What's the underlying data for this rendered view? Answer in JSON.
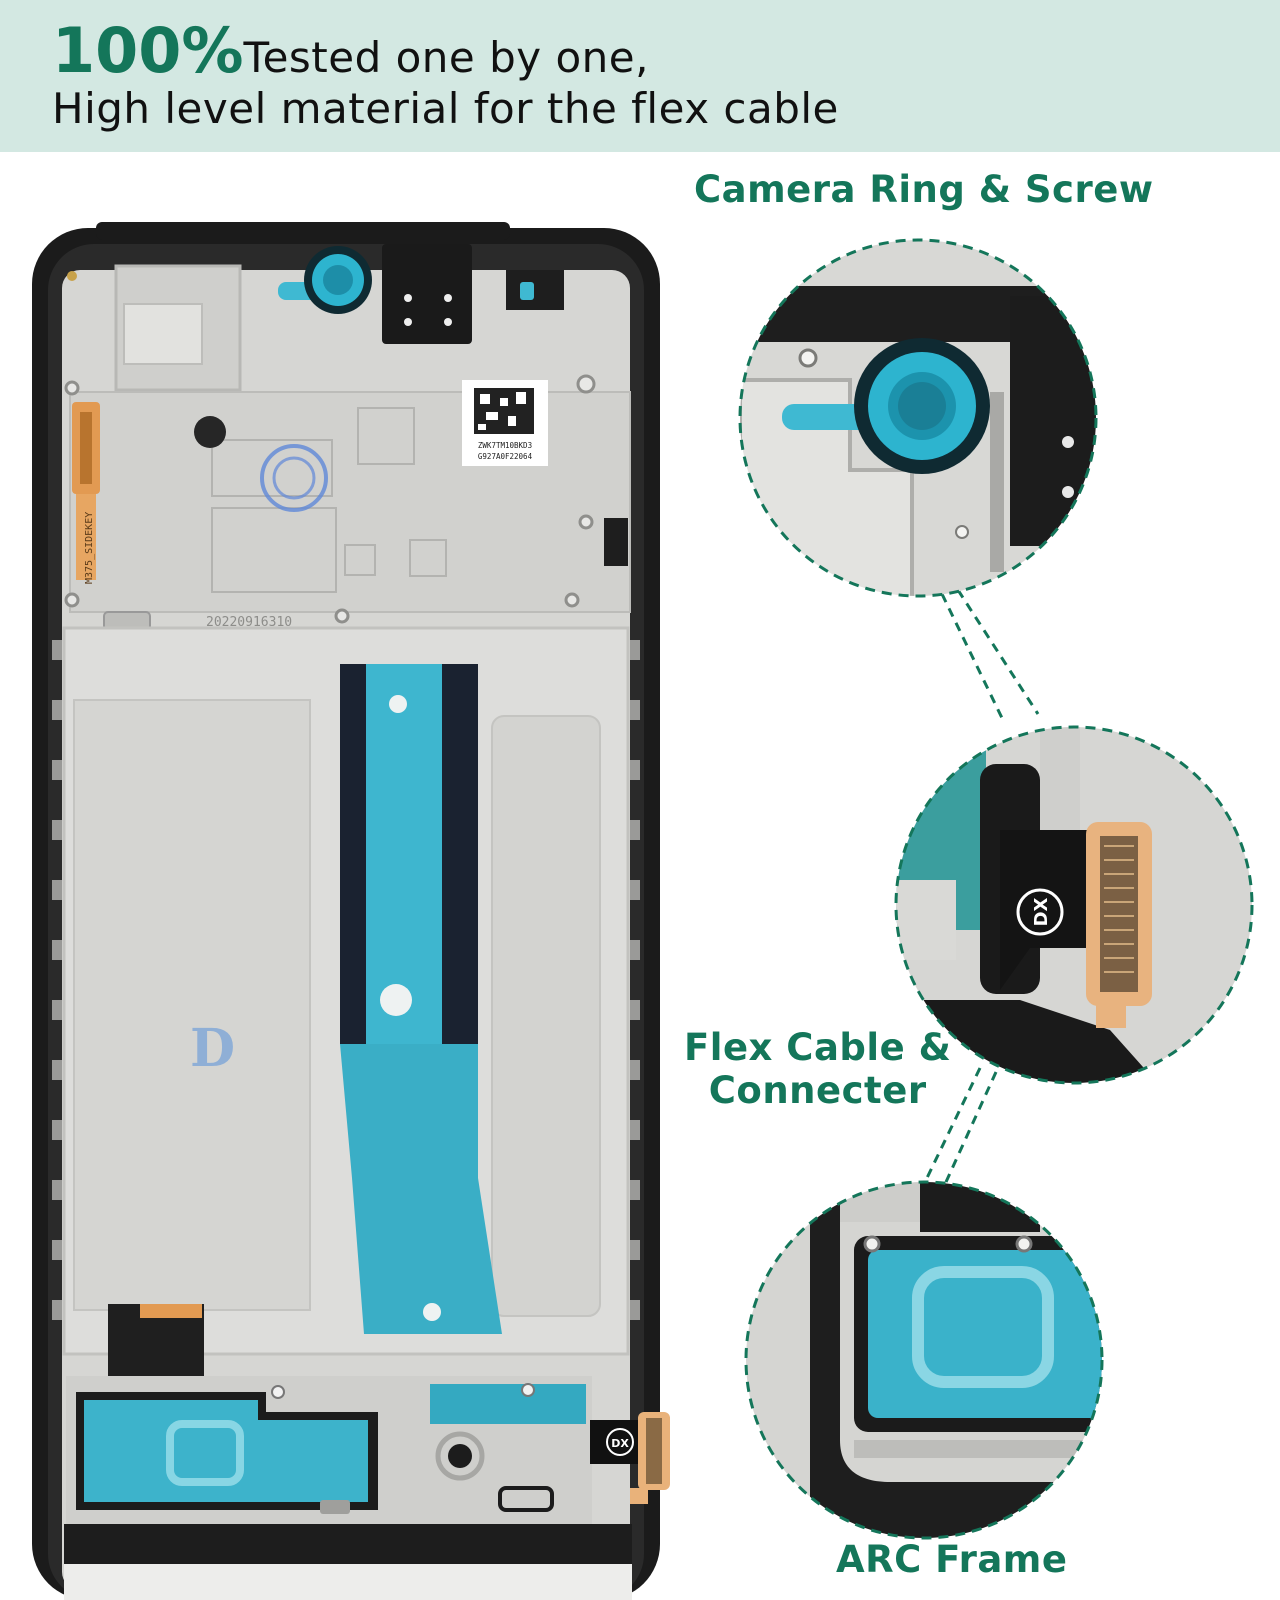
{
  "header": {
    "percent": "100%",
    "line1_rest": "Tested one by one,",
    "line2": "High level material for the flex cable"
  },
  "callouts": {
    "camera": "Camera Ring & Screw",
    "flex_line1": "Flex Cable &",
    "flex_line2": "Connecter",
    "arc": "ARC Frame"
  },
  "markings": {
    "qr_line1": "ZWK7TM10BKD3",
    "qr_line2": "G927A0F22064",
    "date_code": "20220916310",
    "flex_code": "M375_SIDEKEY",
    "brand": "DX"
  },
  "colors": {
    "accent": "#14765a",
    "banner": "#d3e8e2",
    "frame_black": "#1b1b1b",
    "metal": "#d7d7d5",
    "tape_blue": "#35b8cf",
    "flex_orange": "#e8a05a"
  }
}
